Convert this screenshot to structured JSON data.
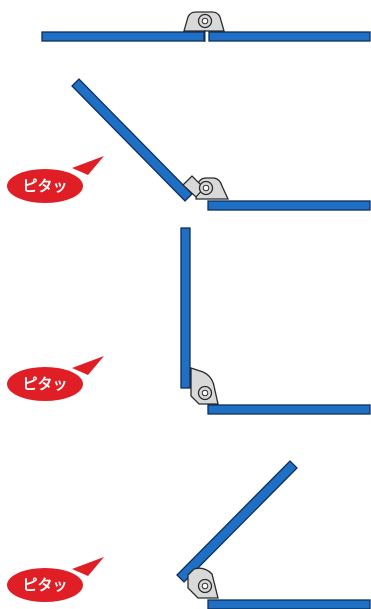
{
  "colors": {
    "panel_fill": "#1f6fc4",
    "panel_stroke": "#0d2f5c",
    "hinge_fill": "#d9d9d9",
    "hinge_stroke": "#2b2b2b",
    "badge_fill": "#e01e25",
    "badge_text": "#ffffff"
  },
  "figures": [
    {
      "id": "fig-1",
      "state": "closed-flat",
      "hinge_angle_deg": 180,
      "badge": ""
    },
    {
      "id": "fig-2",
      "state": "stop-obtuse",
      "hinge_angle_deg": 135,
      "badge": "ピタッ"
    },
    {
      "id": "fig-3",
      "state": "stop-right",
      "hinge_angle_deg": 90,
      "badge": "ピタッ"
    },
    {
      "id": "fig-4",
      "state": "stop-acute",
      "hinge_angle_deg": 45,
      "badge": "ピタッ"
    }
  ]
}
